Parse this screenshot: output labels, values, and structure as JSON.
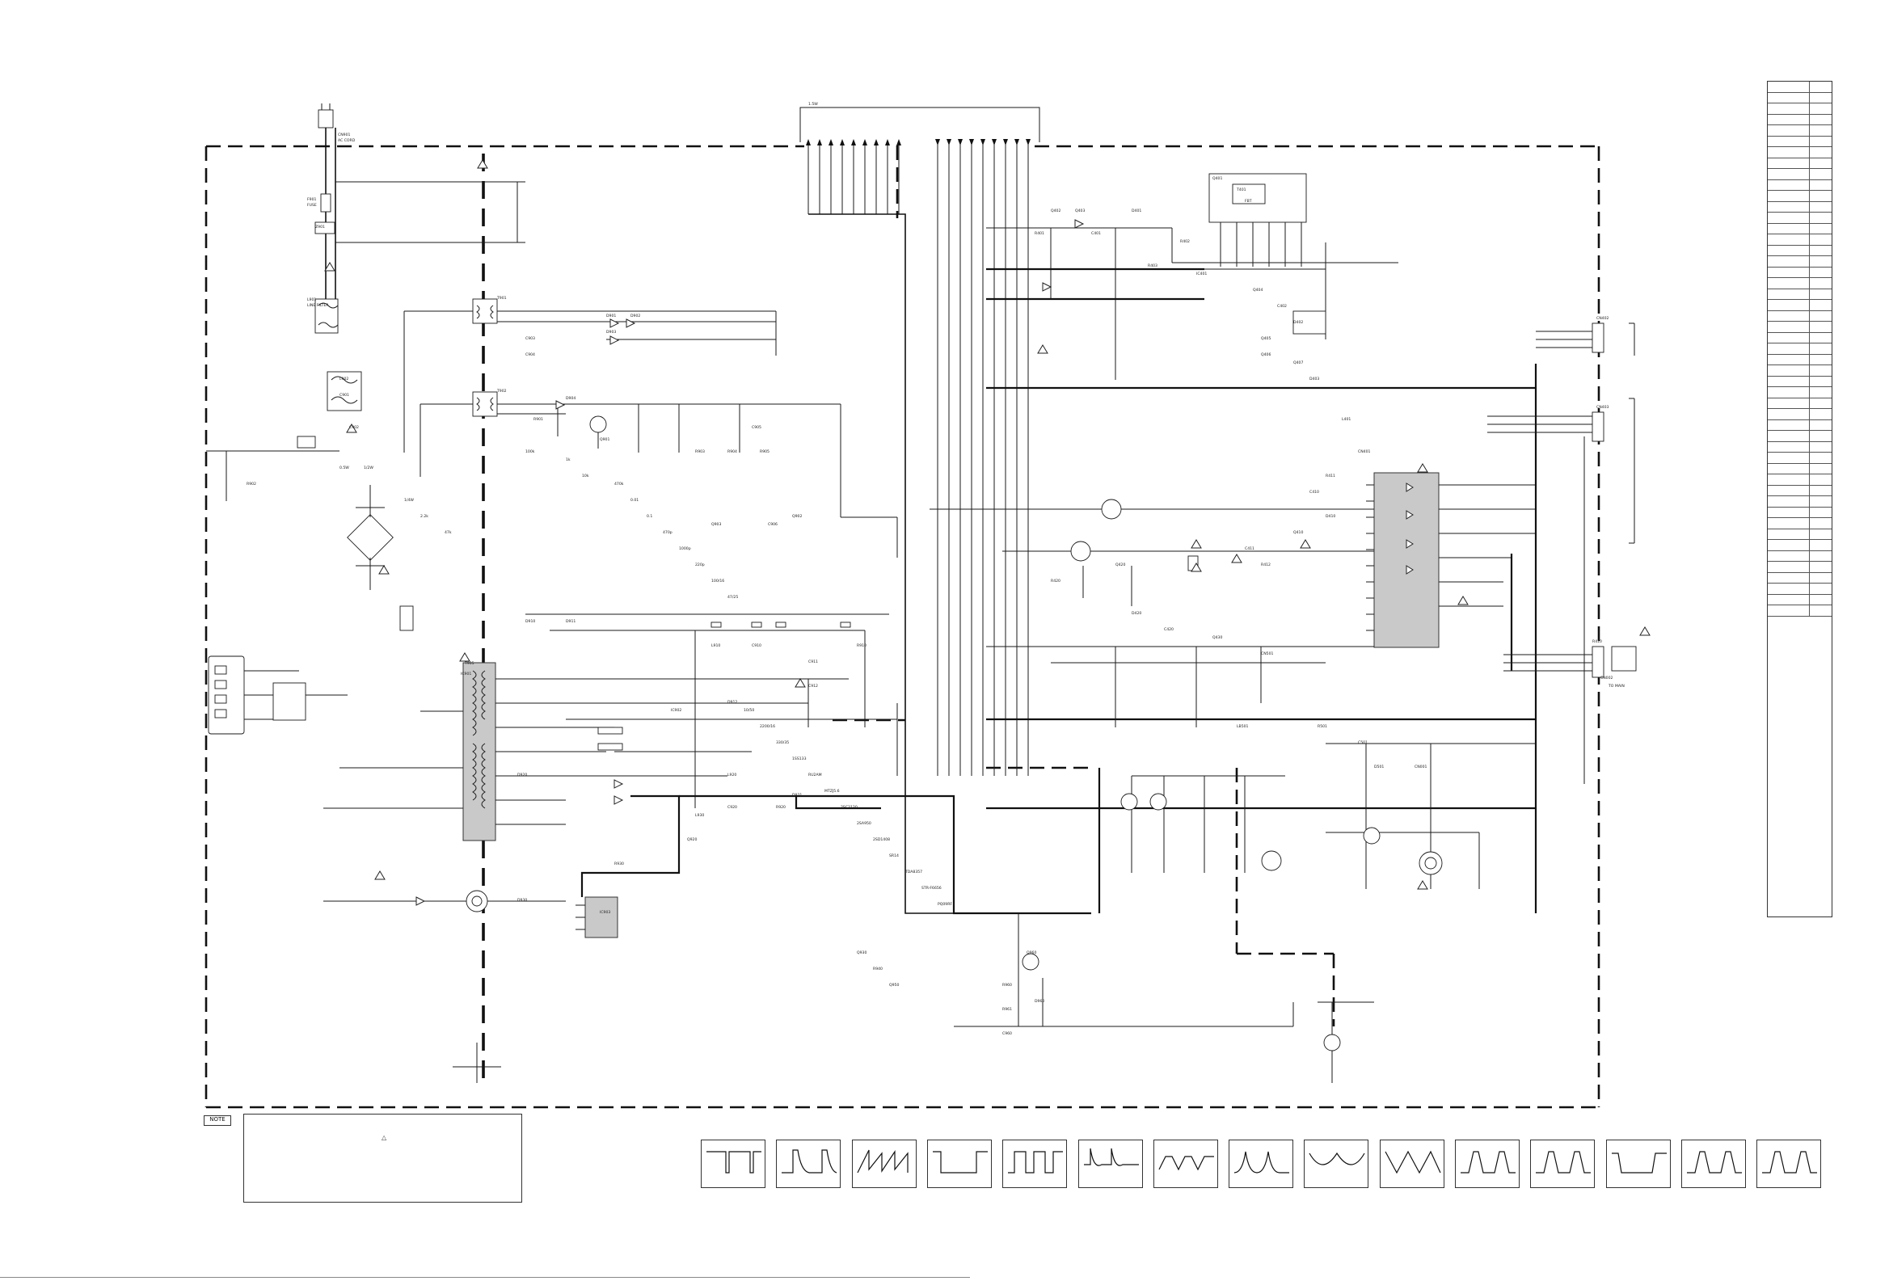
{
  "schematic": {
    "labels": [
      {
        "t": "CN901"
      },
      {
        "t": "AC CORD"
      },
      {
        "t": "F901"
      },
      {
        "t": "FUSE"
      },
      {
        "t": "L901"
      },
      {
        "t": "LINE FILTER"
      },
      {
        "t": "Z901"
      },
      {
        "t": "L902"
      },
      {
        "t": "C901"
      },
      {
        "t": "C902"
      },
      {
        "t": "R902"
      },
      {
        "t": "T901"
      },
      {
        "t": "T902"
      },
      {
        "t": "D901"
      },
      {
        "t": "D902"
      },
      {
        "t": "D903"
      },
      {
        "t": "D904"
      },
      {
        "t": "C903"
      },
      {
        "t": "C904"
      },
      {
        "t": "R901"
      },
      {
        "t": "Q901"
      },
      {
        "t": "Q902"
      },
      {
        "t": "Q903"
      },
      {
        "t": "R903"
      },
      {
        "t": "R904"
      },
      {
        "t": "R905"
      },
      {
        "t": "C905"
      },
      {
        "t": "C906"
      },
      {
        "t": "IC901"
      },
      {
        "t": "T905"
      },
      {
        "t": "D910"
      },
      {
        "t": "D911"
      },
      {
        "t": "L910"
      },
      {
        "t": "C910"
      },
      {
        "t": "R910"
      },
      {
        "t": "C911"
      },
      {
        "t": "C912"
      },
      {
        "t": "D912"
      },
      {
        "t": "IC902"
      },
      {
        "t": "D920"
      },
      {
        "t": "L920"
      },
      {
        "t": "C920"
      },
      {
        "t": "R920"
      },
      {
        "t": "D921"
      },
      {
        "t": "Q920"
      },
      {
        "t": "R930"
      },
      {
        "t": "D930"
      },
      {
        "t": "L930"
      },
      {
        "t": "Q930"
      },
      {
        "t": "R940"
      },
      {
        "t": "Q950"
      },
      {
        "t": "IC903"
      },
      {
        "t": "Q960"
      },
      {
        "t": "R960"
      },
      {
        "t": "R961"
      },
      {
        "t": "D960"
      },
      {
        "t": "C960"
      },
      {
        "t": "Q401"
      },
      {
        "t": "T401"
      },
      {
        "t": "FBT"
      },
      {
        "t": "Q402"
      },
      {
        "t": "Q403"
      },
      {
        "t": "D401"
      },
      {
        "t": "C401"
      },
      {
        "t": "R401"
      },
      {
        "t": "R402"
      },
      {
        "t": "R403"
      },
      {
        "t": "IC401"
      },
      {
        "t": "Q404"
      },
      {
        "t": "C402"
      },
      {
        "t": "D402"
      },
      {
        "t": "Q405"
      },
      {
        "t": "Q406"
      },
      {
        "t": "Q407"
      },
      {
        "t": "D403"
      },
      {
        "t": "L401"
      },
      {
        "t": "CN401"
      },
      {
        "t": "CN402"
      },
      {
        "t": "CN403"
      },
      {
        "t": "R410"
      },
      {
        "t": "R411"
      },
      {
        "t": "C410"
      },
      {
        "t": "D410"
      },
      {
        "t": "Q410"
      },
      {
        "t": "C411"
      },
      {
        "t": "R412"
      },
      {
        "t": "Q420"
      },
      {
        "t": "R420"
      },
      {
        "t": "D420"
      },
      {
        "t": "C420"
      },
      {
        "t": "Q430"
      },
      {
        "t": "CN501"
      },
      {
        "t": "LB501"
      },
      {
        "t": "R501"
      },
      {
        "t": "C501"
      },
      {
        "t": "D501"
      },
      {
        "t": "CN001"
      },
      {
        "t": "CN002"
      },
      {
        "t": "TO MAIN"
      },
      {
        "t": "1.5W"
      },
      {
        "t": "0.5W"
      },
      {
        "t": "1/2W"
      },
      {
        "t": "1/4W"
      },
      {
        "t": "2.2k"
      },
      {
        "t": "47k"
      },
      {
        "t": "100k"
      },
      {
        "t": "1k"
      },
      {
        "t": "10k"
      },
      {
        "t": "470k"
      },
      {
        "t": "0.01"
      },
      {
        "t": "0.1"
      },
      {
        "t": "470p"
      },
      {
        "t": "1000p"
      },
      {
        "t": "220p"
      },
      {
        "t": "100/16"
      },
      {
        "t": "47/25"
      },
      {
        "t": "10/50"
      },
      {
        "t": "2200/16"
      },
      {
        "t": "330/35"
      },
      {
        "t": "1SS133"
      },
      {
        "t": "RU2AM"
      },
      {
        "t": "MTZJ5.6"
      },
      {
        "t": "2SC2120"
      },
      {
        "t": "2SA950"
      },
      {
        "t": "2SD1408"
      },
      {
        "t": "SR14"
      },
      {
        "t": "TDA8357"
      },
      {
        "t": "STR-F6656"
      },
      {
        "t": "PQ09RF"
      }
    ]
  },
  "notes": {
    "tag": "NOTE",
    "warning": "△"
  },
  "waveforms": [
    {
      "id": "w1"
    },
    {
      "id": "w2"
    },
    {
      "id": "w3"
    },
    {
      "id": "w4"
    },
    {
      "id": "w5"
    },
    {
      "id": "w6"
    },
    {
      "id": "w7"
    },
    {
      "id": "w8"
    },
    {
      "id": "w9"
    },
    {
      "id": "w10"
    },
    {
      "id": "w11"
    },
    {
      "id": "w12"
    },
    {
      "id": "w13"
    },
    {
      "id": "w14"
    },
    {
      "id": "w15"
    }
  ],
  "table": {
    "rows": 49
  }
}
